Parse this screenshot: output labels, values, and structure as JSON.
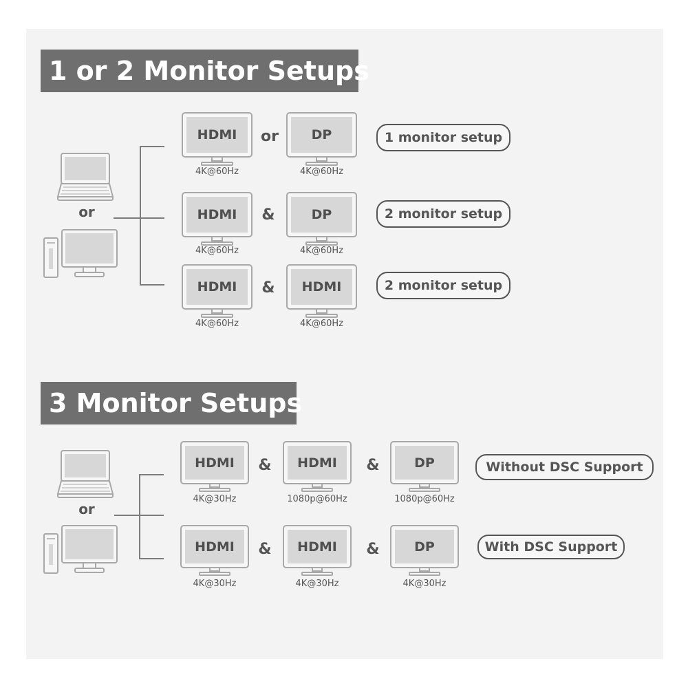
{
  "section1": {
    "title": "1 or 2 Monitor Setups",
    "source_or": "or",
    "rows": [
      {
        "monitors": [
          {
            "label": "HDMI",
            "spec": "4K@60Hz"
          },
          {
            "label": "DP",
            "spec": "4K@60Hz"
          }
        ],
        "connectors": [
          "or"
        ],
        "setup": "1 monitor setup"
      },
      {
        "monitors": [
          {
            "label": "HDMI",
            "spec": "4K@60Hz"
          },
          {
            "label": "DP",
            "spec": "4K@60Hz"
          }
        ],
        "connectors": [
          "&"
        ],
        "setup": "2 monitor setup"
      },
      {
        "monitors": [
          {
            "label": "HDMI",
            "spec": "4K@60Hz"
          },
          {
            "label": "HDMI",
            "spec": "4K@60Hz"
          }
        ],
        "connectors": [
          "&"
        ],
        "setup": "2 monitor setup"
      }
    ]
  },
  "section2": {
    "title": "3 Monitor Setups",
    "source_or": "or",
    "rows": [
      {
        "monitors": [
          {
            "label": "HDMI",
            "spec": "4K@30Hz"
          },
          {
            "label": "HDMI",
            "spec": "1080p@60Hz"
          },
          {
            "label": "DP",
            "spec": "1080p@60Hz"
          }
        ],
        "connectors": [
          "&",
          "&"
        ],
        "setup": "Without DSC Support"
      },
      {
        "monitors": [
          {
            "label": "HDMI",
            "spec": "4K@30Hz"
          },
          {
            "label": "HDMI",
            "spec": "4K@30Hz"
          },
          {
            "label": "DP",
            "spec": "4K@30Hz"
          }
        ],
        "connectors": [
          "&",
          "&"
        ],
        "setup": "With DSC Support"
      }
    ]
  }
}
